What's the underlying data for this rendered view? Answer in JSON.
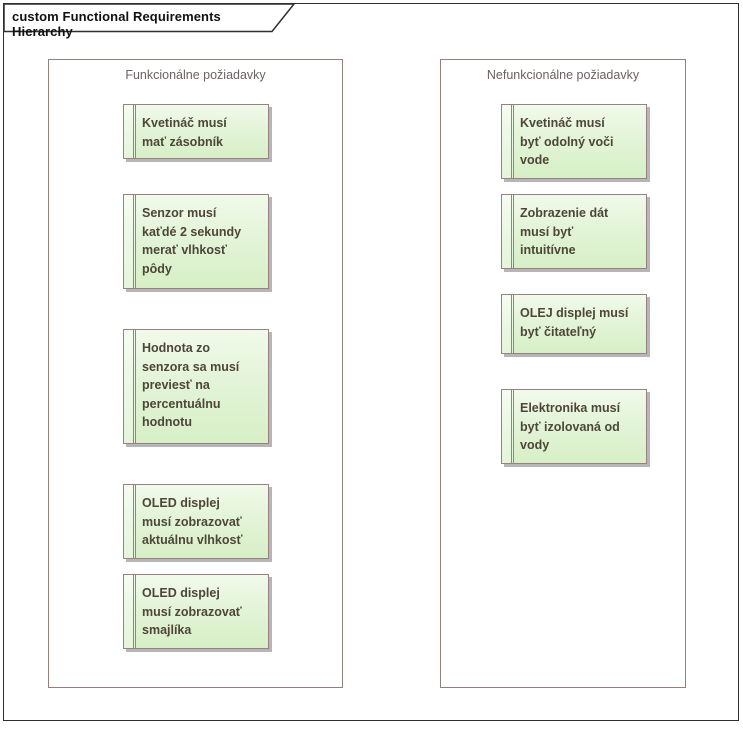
{
  "diagram": {
    "title": "custom Functional Requirements Hierarchy"
  },
  "colors": {
    "frame_border": "#2f2f2f",
    "panel_border": "#947e7e",
    "panel_title_color": "#6d6161",
    "requirement_fill_top": "#f1faeb",
    "requirement_fill_bottom": "#d7efc6",
    "requirement_border": "#9a8080",
    "requirement_shadow": "#b6b6b6",
    "requirement_text_color": "#4d4639"
  },
  "panels": [
    {
      "title": "Funkcionálne požiadavky",
      "items": [
        {
          "text": "Kvetináč musí\nmať zásobník"
        },
        {
          "text": "Senzor musí\nkaťdé 2 sekundy\nmerať vlhkosť\npôdy"
        },
        {
          "text": "Hodnota zo\nsenzora sa musí\npreviesť na\npercentuálnu\nhodnotu"
        },
        {
          "text": "OLED displej\nmusí zobrazovať\naktuálnu vlhkosť"
        },
        {
          "text": "OLED displej\nmusí zobrazovať\nsmajlíka"
        }
      ]
    },
    {
      "title": "Nefunkcionálne požiadavky",
      "items": [
        {
          "text": "Kvetináč musí\nbyť odolný voči\nvode"
        },
        {
          "text": "Zobrazenie dát\nmusí byť\nintuitívne"
        },
        {
          "text": "OLEJ displej musí\nbyť čitateľný"
        },
        {
          "text": "Elektronika musí\nbyť izolovaná od\nvody"
        }
      ]
    }
  ]
}
